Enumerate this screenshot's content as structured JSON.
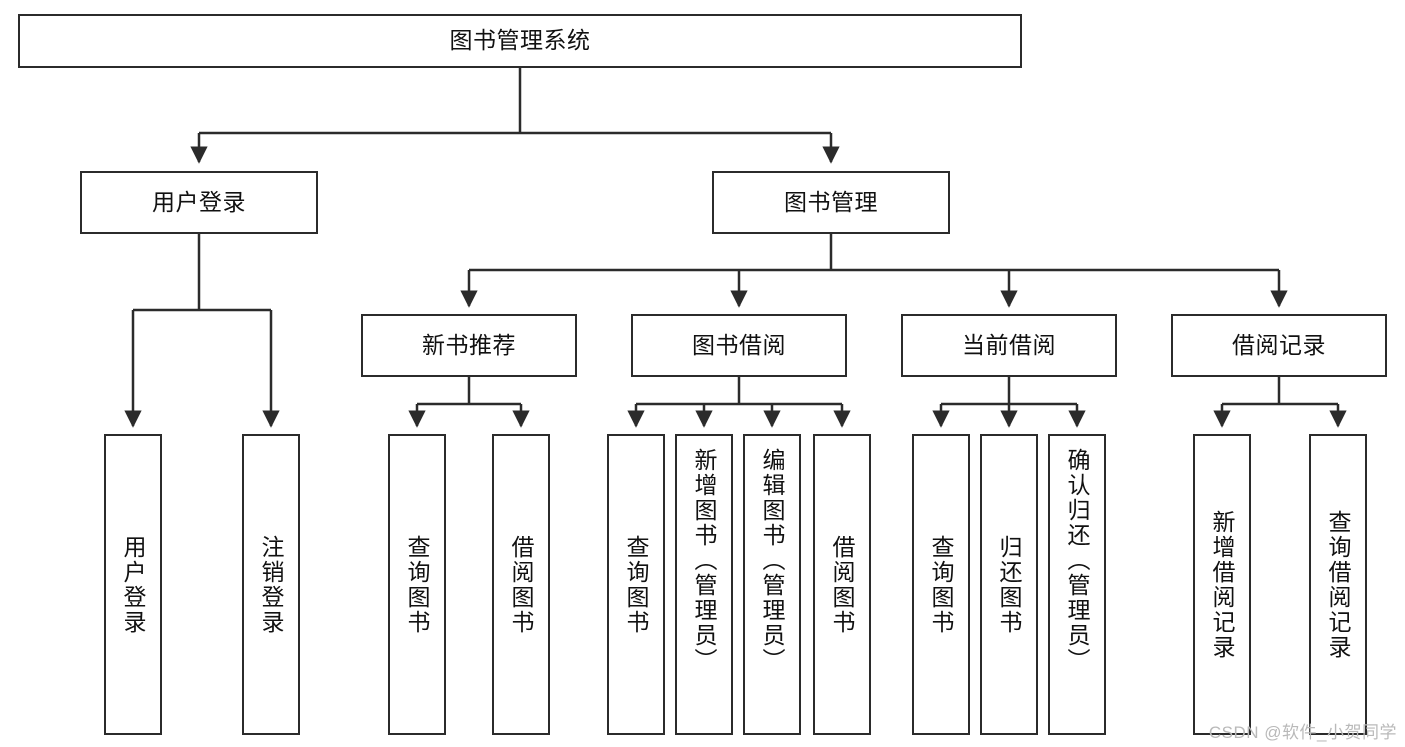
{
  "diagram": {
    "title": "图书管理系统",
    "watermark": "CSDN @软件_小贺同学",
    "colors": {
      "stroke": "#2b2b2b",
      "fill": "#ffffff",
      "text": "#111111",
      "watermark": "#b9b9b9"
    },
    "levels": {
      "root": {
        "label": "图书管理系统"
      },
      "level2": [
        {
          "label": "用户登录"
        },
        {
          "label": "图书管理"
        }
      ],
      "level3": [
        {
          "label": "新书推荐"
        },
        {
          "label": "图书借阅"
        },
        {
          "label": "当前借阅"
        },
        {
          "label": "借阅记录"
        }
      ],
      "leaves": {
        "user_login": [
          {
            "label": "用户登录"
          },
          {
            "label": "注销登录"
          }
        ],
        "new_book_recommend": [
          {
            "label": "查询图书"
          },
          {
            "label": "借阅图书"
          }
        ],
        "book_borrow": [
          {
            "label": "查询图书"
          },
          {
            "label": "新增图书（管理员）"
          },
          {
            "label": "编辑图书（管理员）"
          },
          {
            "label": "借阅图书"
          }
        ],
        "current_borrow": [
          {
            "label": "查询图书"
          },
          {
            "label": "归还图书"
          },
          {
            "label": "确认归还（管理员）"
          }
        ],
        "borrow_record": [
          {
            "label": "新增借阅记录"
          },
          {
            "label": "查询借阅记录"
          }
        ]
      }
    }
  }
}
